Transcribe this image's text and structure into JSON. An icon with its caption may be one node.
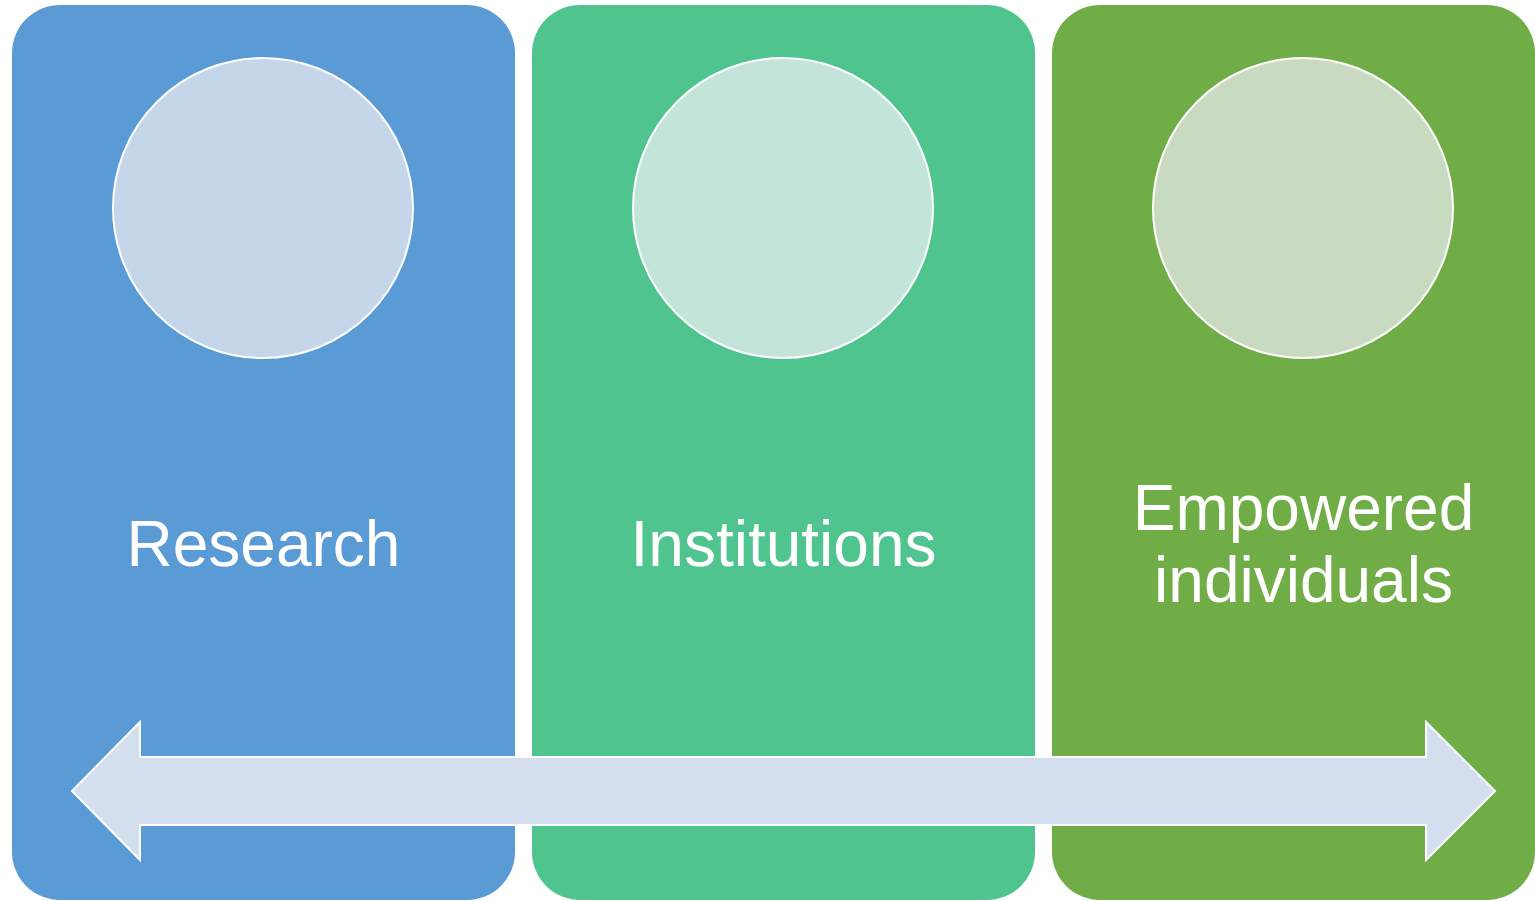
{
  "diagram": {
    "nodes": [
      {
        "text": [
          "Research"
        ]
      },
      {
        "text": [],
        "shape": "circle",
        "in": 0
      },
      {
        "text": [
          "Institutions"
        ]
      },
      {
        "text": [],
        "shape": "circle",
        "in": 2
      },
      {
        "text": [
          "Empowered individuals"
        ]
      },
      {
        "text": [],
        "shape": "circle",
        "in": 4
      }
    ],
    "edges": []
  }
}
